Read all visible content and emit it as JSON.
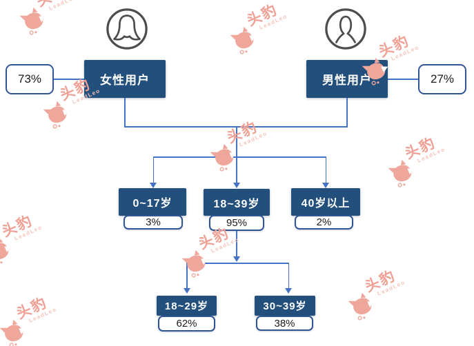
{
  "brand": {
    "name": "头豹",
    "latin": "LeadLeo"
  },
  "genders": {
    "female": {
      "label": "女性用户",
      "value": "73%"
    },
    "male": {
      "label": "男性用户",
      "value": "27%"
    }
  },
  "age_groups": [
    {
      "label": "0~17岁",
      "value": "3%"
    },
    {
      "label": "18~39岁",
      "value": "95%"
    },
    {
      "label": "40岁以上",
      "value": "2%"
    }
  ],
  "young_adult_breakdown": [
    {
      "label": "18~29岁",
      "value": "62%"
    },
    {
      "label": "30~39岁",
      "value": "38%"
    }
  ],
  "colors": {
    "node_navy": "#224F7C",
    "connector_blue": "#4472C4",
    "callout_border": "#2F5597",
    "watermark_pink": "#EF9F93"
  }
}
